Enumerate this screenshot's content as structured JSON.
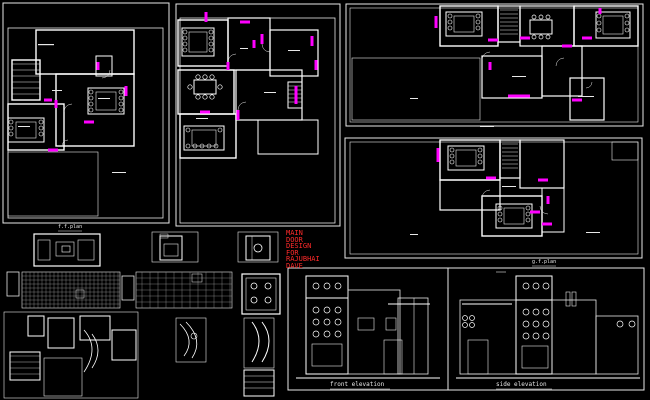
{
  "colors": {
    "background": "#000000",
    "line": "#e8e8e8",
    "wall": "#ffffff",
    "door": "#ff00ff",
    "note": "#ff2a2a"
  },
  "plans": {
    "ff_plan_label": "f.f.plan",
    "gf_plan_label": "g.f.plan"
  },
  "note_lines": [
    "MAIN",
    "DOOR",
    "DESIGN",
    "FOR",
    "RAJUBHAI",
    "DAVE"
  ],
  "elevations": {
    "front": "front elevation",
    "side": "side elevation"
  }
}
